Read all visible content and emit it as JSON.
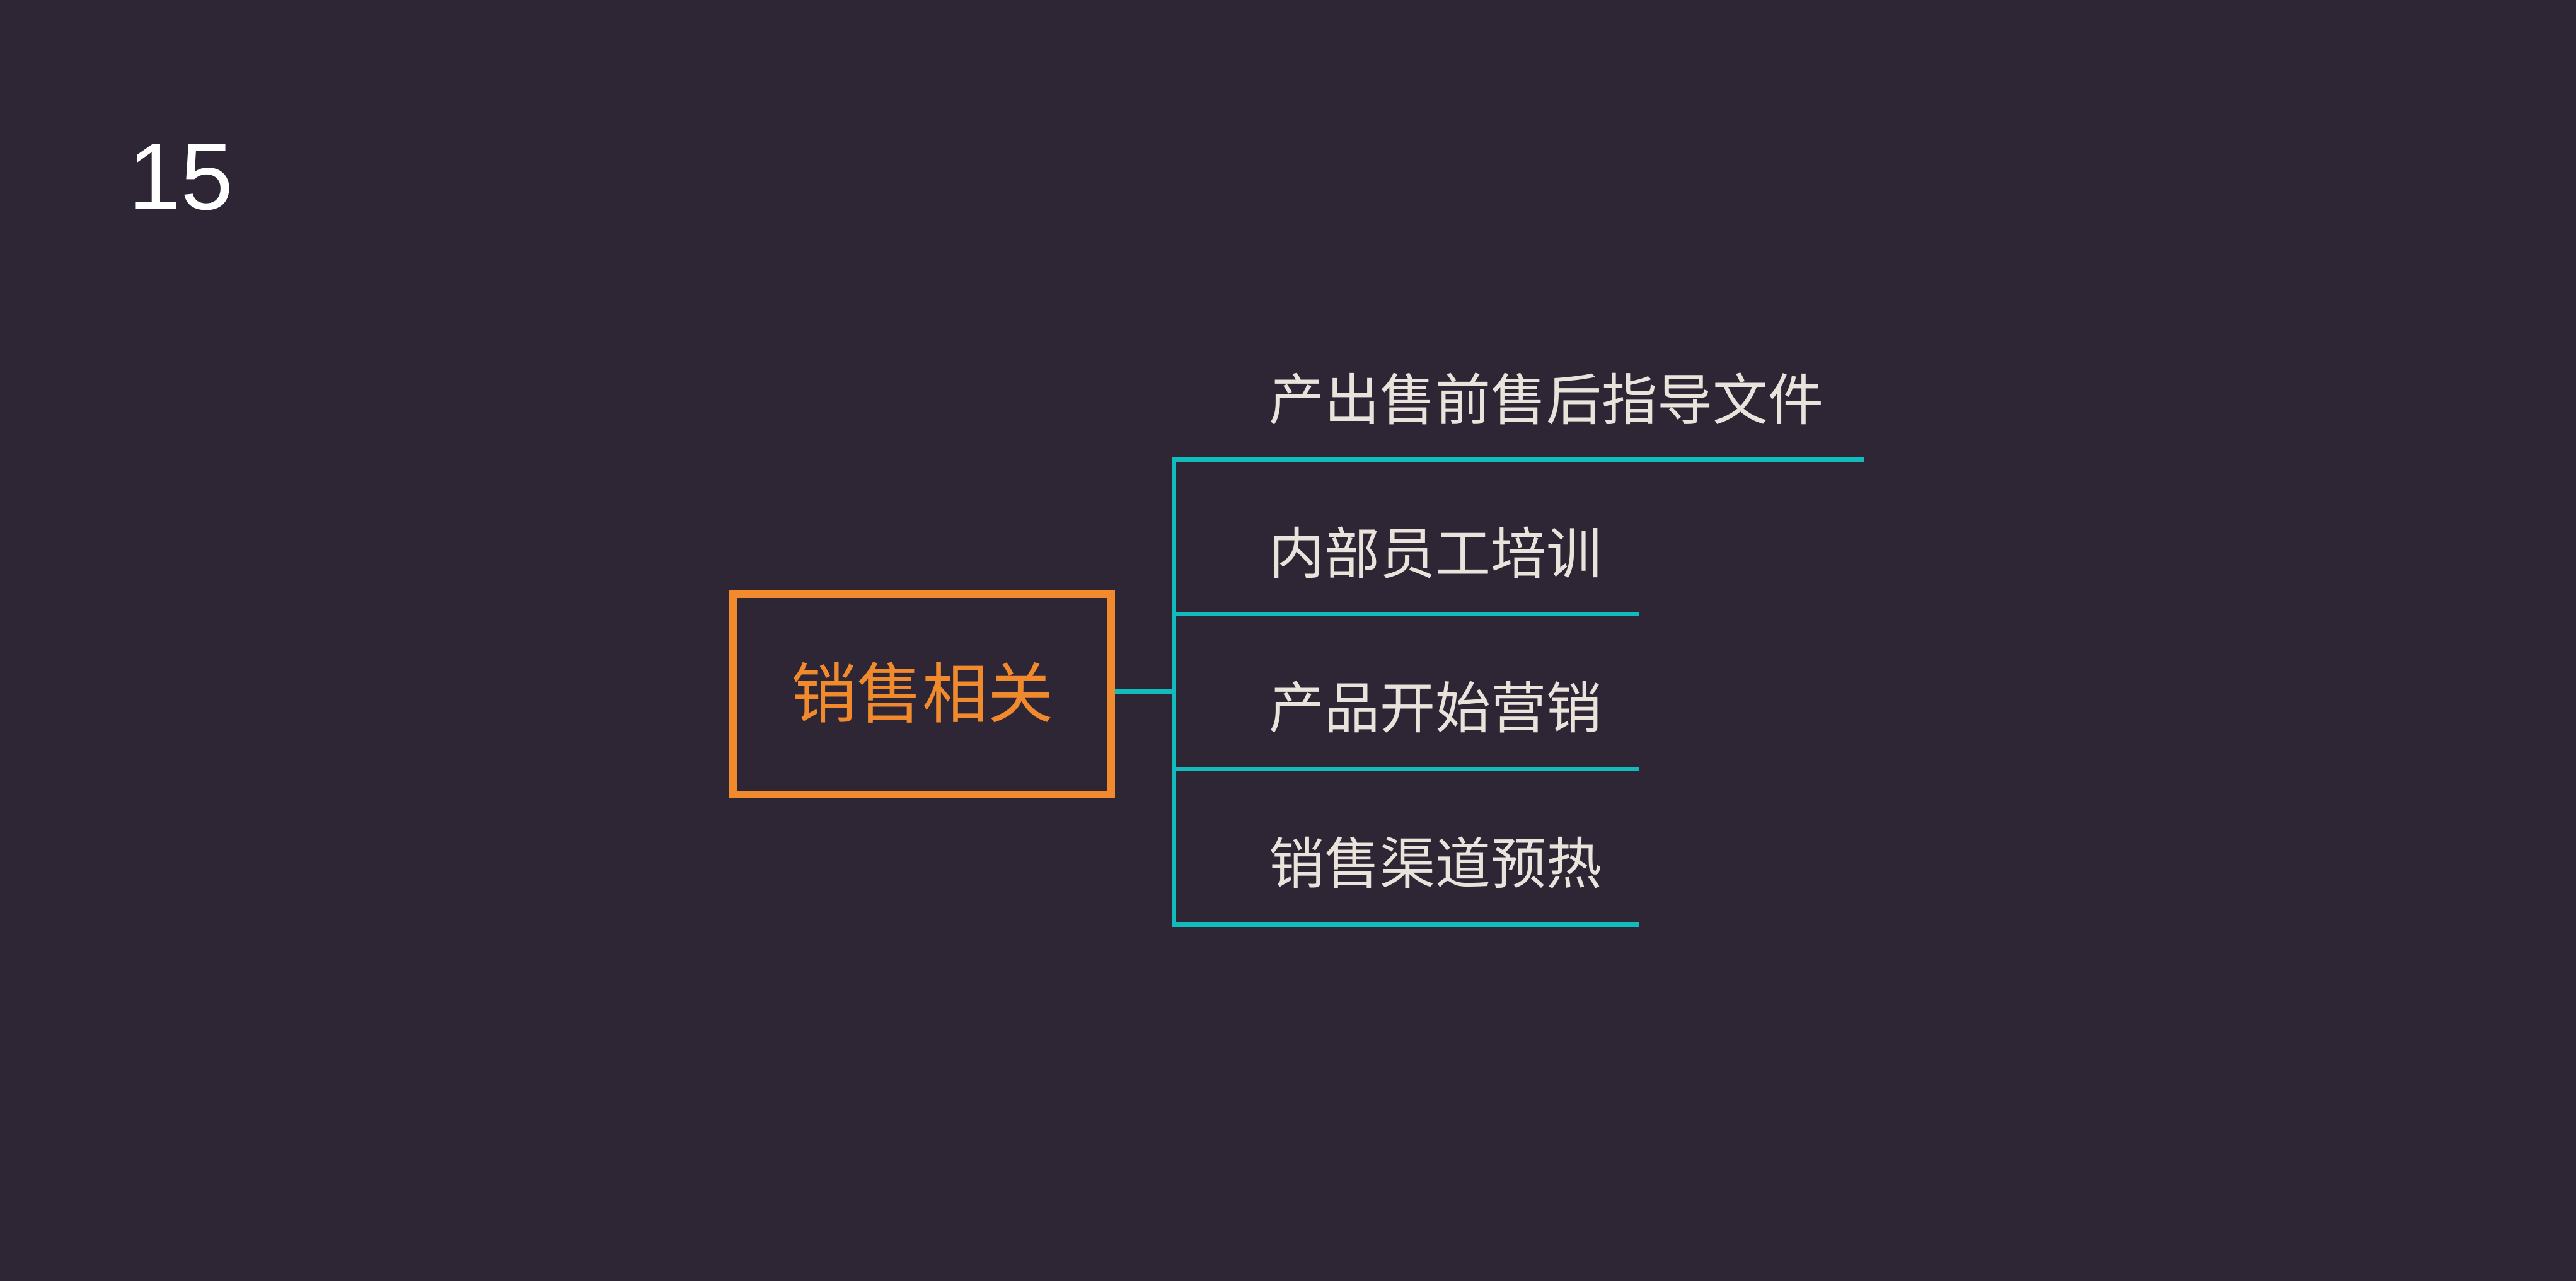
{
  "slide": {
    "page_number": "15"
  },
  "diagram": {
    "root": {
      "label": "销售相关"
    },
    "branches": [
      {
        "label": "产出售前售后指导文件"
      },
      {
        "label": "内部员工培训"
      },
      {
        "label": "产品开始营销"
      },
      {
        "label": "销售渠道预热"
      }
    ],
    "colors": {
      "background": "#2e2635",
      "root_accent": "#f08a2c",
      "connector": "#12bcbc",
      "branch_text": "#e9e3dc",
      "page_number": "#ffffff"
    }
  }
}
